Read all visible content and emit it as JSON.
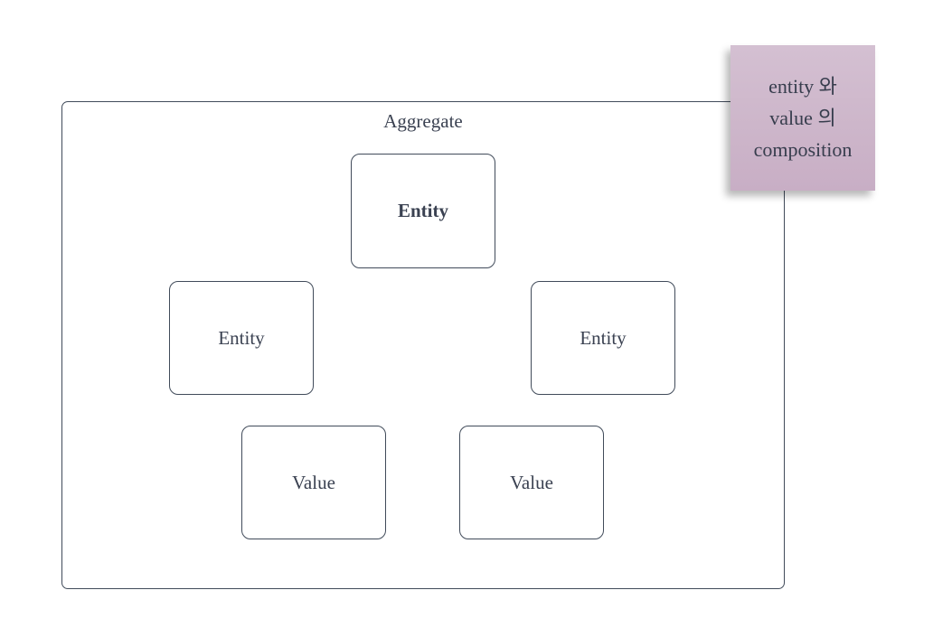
{
  "page": {
    "background": "#ffffff"
  },
  "diagram": {
    "aggregate": {
      "label": "Aggregate"
    },
    "nodes": [
      {
        "label": "Entity",
        "role": "root",
        "bold": true
      },
      {
        "label": "Entity",
        "role": "left-child",
        "bold": false
      },
      {
        "label": "Entity",
        "role": "right-child",
        "bold": false
      },
      {
        "label": "Value",
        "role": "left-leaf",
        "bold": false
      },
      {
        "label": "Value",
        "role": "right-leaf",
        "bold": false
      }
    ],
    "note": {
      "lines": [
        "entity 와",
        "value 의",
        "composition"
      ]
    }
  },
  "colors": {
    "stroke": "#414b5a",
    "text": "#3a4151",
    "note_text": "#373d4d",
    "note_gradient_top": "#d4c0d2",
    "note_gradient_bottom": "#c8aec5"
  }
}
